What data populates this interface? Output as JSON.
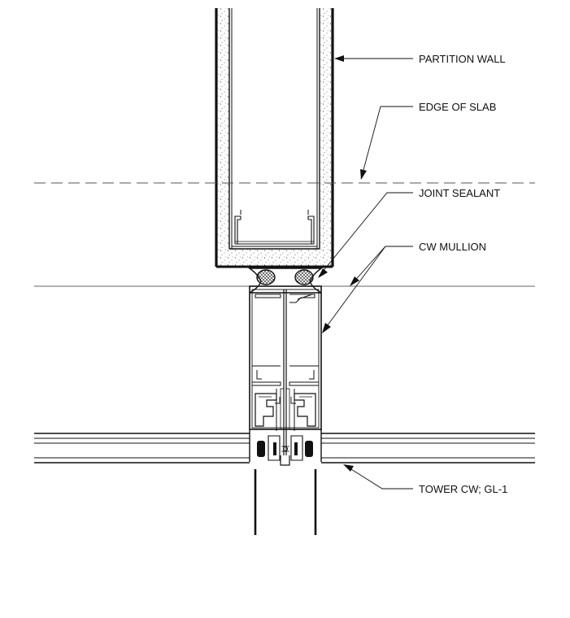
{
  "labels": {
    "partition_wall": "PARTITION WALL",
    "edge_of_slab": "EDGE OF SLAB",
    "joint_sealant": "JOINT SEALANT",
    "cw_mullion": "CW MULLION",
    "tower_cw": "TOWER CW; GL-1"
  },
  "colors": {
    "line": "#111111",
    "dash": "#555555",
    "background": "#ffffff"
  }
}
